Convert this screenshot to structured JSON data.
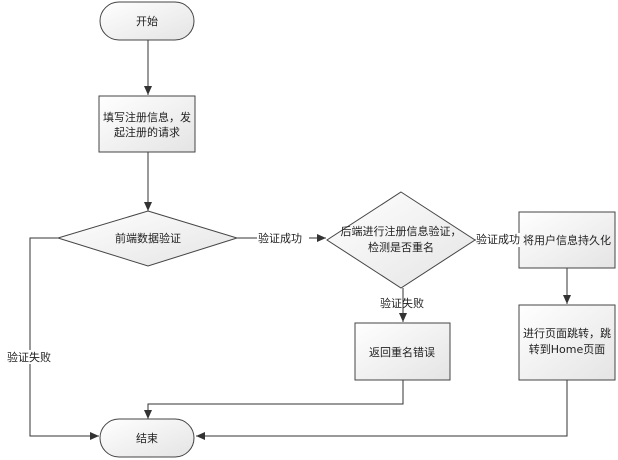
{
  "nodes": {
    "start": "开始",
    "fill_form_line1": "填写注册信息，发",
    "fill_form_line2": "起注册的请求",
    "frontend_validate": "前端数据验证",
    "backend_validate_line1": "后端进行注册信息验证，",
    "backend_validate_line2": "检测是否重名",
    "persist": "将用户信息持久化",
    "redirect_line1": "进行页面跳转，跳",
    "redirect_line2": "转到Home页面",
    "duplicate_error": "返回重名错误",
    "end": "结束"
  },
  "edges": {
    "frontend_success": "验证成功",
    "frontend_fail": "验证失败",
    "backend_success": "验证成功",
    "backend_fail": "验证失败"
  }
}
